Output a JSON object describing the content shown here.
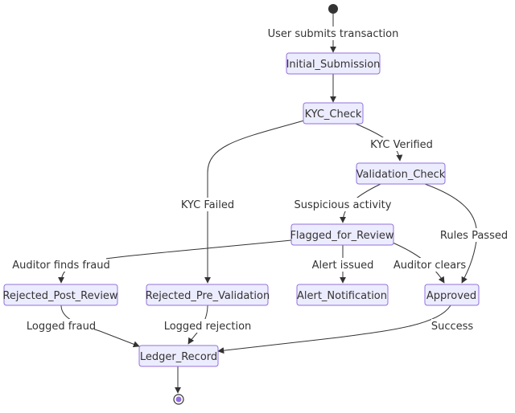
{
  "diagram": {
    "type": "state-diagram",
    "states": {
      "initial_submission": "Initial_Submission",
      "kyc_check": "KYC_Check",
      "validation_check": "Validation_Check",
      "flagged_for_review": "Flagged_for_Review",
      "rejected_post_review": "Rejected_Post_Review",
      "rejected_pre_validation": "Rejected_Pre_Validation",
      "alert_notification": "Alert_Notification",
      "approved": "Approved",
      "ledger_record": "Ledger_Record"
    },
    "transitions": {
      "start_to_submission": "User submits transaction",
      "kyc_to_validation": "KYC Verified",
      "kyc_to_rejected_pre": "KYC Failed",
      "validation_to_flagged": "Suspicious activity",
      "validation_to_approved": "Rules Passed",
      "flagged_to_rejected_post": "Auditor finds fraud",
      "flagged_to_alert": "Alert issued",
      "flagged_to_approved": "Auditor clears",
      "rejected_post_to_ledger": "Logged fraud",
      "rejected_pre_to_ledger": "Logged rejection",
      "approved_to_ledger": "Success"
    },
    "colors": {
      "state_fill": "#ECECFF",
      "state_stroke": "#9370DB",
      "edge": "#333333",
      "start_marker": "#333333",
      "end_marker_inner": "#9370DB"
    }
  }
}
